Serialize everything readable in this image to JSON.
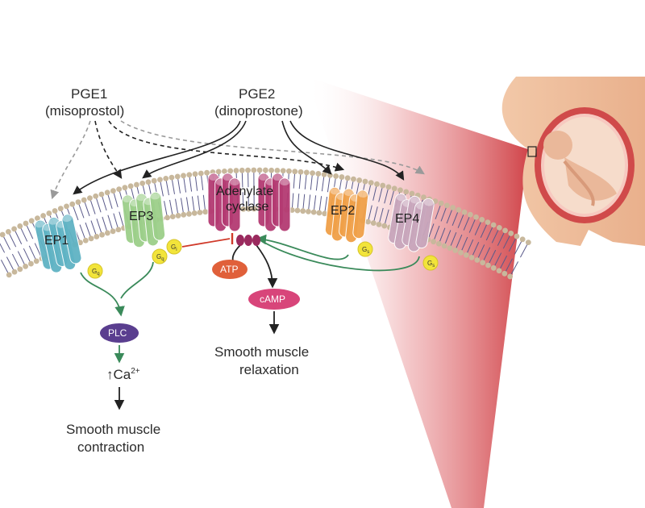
{
  "ligands": {
    "pge1": {
      "line1": "PGE1",
      "line2": "(misoprostol)"
    },
    "pge2": {
      "line1": "PGE2",
      "line2": "(dinoprostone)"
    }
  },
  "receptors": {
    "ep1": "EP1",
    "ep3": "EP3",
    "ep2": "EP2",
    "ep4": "EP4",
    "adenylate_cyclase": {
      "line1": "Adenylate",
      "line2": "cyclase"
    }
  },
  "g_proteins": {
    "ep1": {
      "main": "G",
      "sub": "q"
    },
    "ep3_q": {
      "main": "G",
      "sub": "q"
    },
    "ep3_i": {
      "main": "G",
      "sub": "i"
    },
    "ep2": {
      "main": "G",
      "sub": "s"
    },
    "ep4": {
      "main": "G",
      "sub": "s"
    }
  },
  "molecules": {
    "plc": "PLC",
    "atp": "ATP",
    "camp": "cAMP",
    "calcium": {
      "arrow": "↑",
      "base": "Ca",
      "sup": "2+"
    }
  },
  "outcomes": {
    "contraction": {
      "line1": "Smooth muscle",
      "line2": "contraction"
    },
    "relaxation": {
      "line1": "Smooth muscle",
      "line2": "relaxation"
    }
  },
  "colors": {
    "ep1": "#5fb3c4",
    "ep3": "#9ccf8a",
    "adenylate_cyclase": "#b43a72",
    "ep2": "#f0a048",
    "ep4": "#c8a6bc",
    "g_protein": "#f2e43a",
    "plc": "#5a3e8f",
    "atp": "#e0603a",
    "camp": "#d8457a",
    "membrane_head": "#c8b89c",
    "membrane_tail": "#5a5a8a",
    "signal_arrow": "#3a8a5a",
    "inhibit_arrow": "#d03a2a",
    "uterus_glow": "#c8242a"
  },
  "icons": {
    "stimulation_arrow": "arrow-icon",
    "inhibition_bar": "inhibition-icon",
    "pregnancy": "pregnant-uterus-icon"
  }
}
